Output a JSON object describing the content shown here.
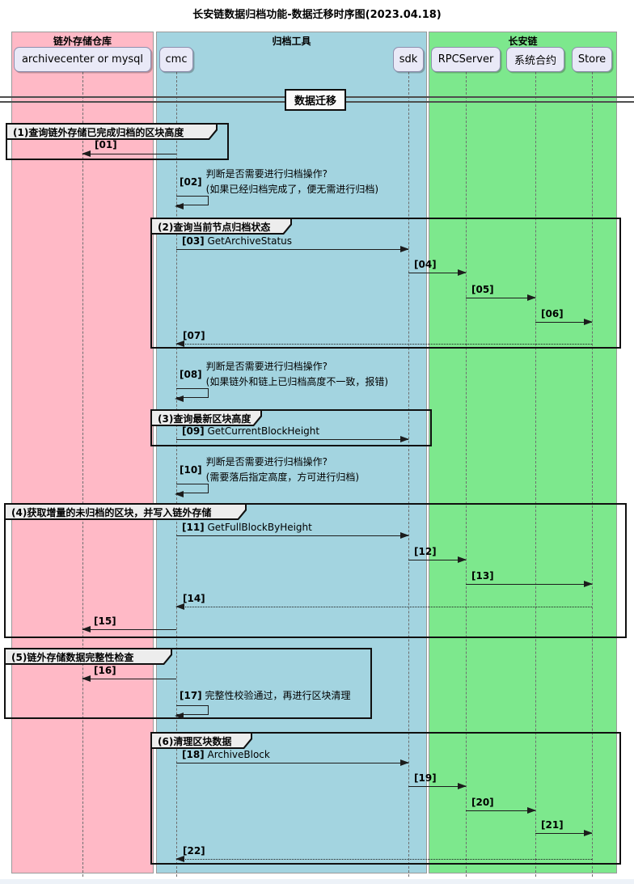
{
  "title": "长安链数据归档功能-数据迁移时序图(2023.04.18)",
  "divider": {
    "label": "数据迁移"
  },
  "lanes": [
    {
      "label": "链外存储仓库",
      "color": "#FFB9C6"
    },
    {
      "label": "归档工具",
      "color": "#A3D4E0"
    },
    {
      "label": "长安链",
      "color": "#7DE88D"
    }
  ],
  "participants": [
    {
      "label": "archivecenter or mysql"
    },
    {
      "label": "cmc"
    },
    {
      "label": "sdk"
    },
    {
      "label": "RPCServer"
    },
    {
      "label": "系统合约"
    },
    {
      "label": "Store"
    }
  ],
  "frames": [
    {
      "label": "(1)查询链外存储已完成归档的区块高度"
    },
    {
      "label": "(2)查询当前节点归档状态"
    },
    {
      "label": "(3)查询最新区块高度"
    },
    {
      "label": "(4)获取增量的未归档的区块，并写入链外存储"
    },
    {
      "label": "(5)链外存储数据完整性检查"
    },
    {
      "label": "(6)清理区块数据"
    }
  ],
  "messages": [
    {
      "num": "[01]",
      "text": "",
      "from": "cmc",
      "to": "archivecenter or mysql",
      "line": "solid"
    },
    {
      "num": "[02]",
      "text": "判断是否需要进行归档操作?",
      "text2": "(如果已经归档完成了，便无需进行归档)",
      "from": "cmc",
      "to": "cmc",
      "line": "self"
    },
    {
      "num": "[03]",
      "text": "GetArchiveStatus",
      "from": "cmc",
      "to": "sdk",
      "line": "solid"
    },
    {
      "num": "[04]",
      "text": "",
      "from": "sdk",
      "to": "RPCServer",
      "line": "solid"
    },
    {
      "num": "[05]",
      "text": "",
      "from": "RPCServer",
      "to": "系统合约",
      "line": "solid"
    },
    {
      "num": "[06]",
      "text": "",
      "from": "系统合约",
      "to": "Store",
      "line": "solid"
    },
    {
      "num": "[07]",
      "text": "",
      "from": "Store",
      "to": "cmc",
      "line": "dotted"
    },
    {
      "num": "[08]",
      "text": "判断是否需要进行归档操作?",
      "text2": "(如果链外和链上已归档高度不一致，报错)",
      "from": "cmc",
      "to": "cmc",
      "line": "self"
    },
    {
      "num": "[09]",
      "text": "GetCurrentBlockHeight",
      "from": "cmc",
      "to": "sdk",
      "line": "solid"
    },
    {
      "num": "[10]",
      "text": "判断是否需要进行归档操作?",
      "text2": "(需要落后指定高度，方可进行归档)",
      "from": "cmc",
      "to": "cmc",
      "line": "self"
    },
    {
      "num": "[11]",
      "text": "GetFullBlockByHeight",
      "from": "cmc",
      "to": "sdk",
      "line": "solid"
    },
    {
      "num": "[12]",
      "text": "",
      "from": "sdk",
      "to": "RPCServer",
      "line": "solid"
    },
    {
      "num": "[13]",
      "text": "",
      "from": "RPCServer",
      "to": "Store",
      "line": "solid"
    },
    {
      "num": "[14]",
      "text": "",
      "from": "Store",
      "to": "cmc",
      "line": "dotted"
    },
    {
      "num": "[15]",
      "text": "",
      "from": "cmc",
      "to": "archivecenter or mysql",
      "line": "solid"
    },
    {
      "num": "[16]",
      "text": "",
      "from": "cmc",
      "to": "archivecenter or mysql",
      "line": "solid"
    },
    {
      "num": "[17]",
      "text": "完整性校验通过，再进行区块清理",
      "from": "cmc",
      "to": "cmc",
      "line": "self"
    },
    {
      "num": "[18]",
      "text": "ArchiveBlock",
      "from": "cmc",
      "to": "sdk",
      "line": "solid"
    },
    {
      "num": "[19]",
      "text": "",
      "from": "sdk",
      "to": "RPCServer",
      "line": "solid"
    },
    {
      "num": "[20]",
      "text": "",
      "from": "RPCServer",
      "to": "系统合约",
      "line": "solid"
    },
    {
      "num": "[21]",
      "text": "",
      "from": "系统合约",
      "to": "Store",
      "line": "solid"
    },
    {
      "num": "[22]",
      "text": "",
      "from": "Store",
      "to": "cmc",
      "line": "dotted"
    }
  ]
}
